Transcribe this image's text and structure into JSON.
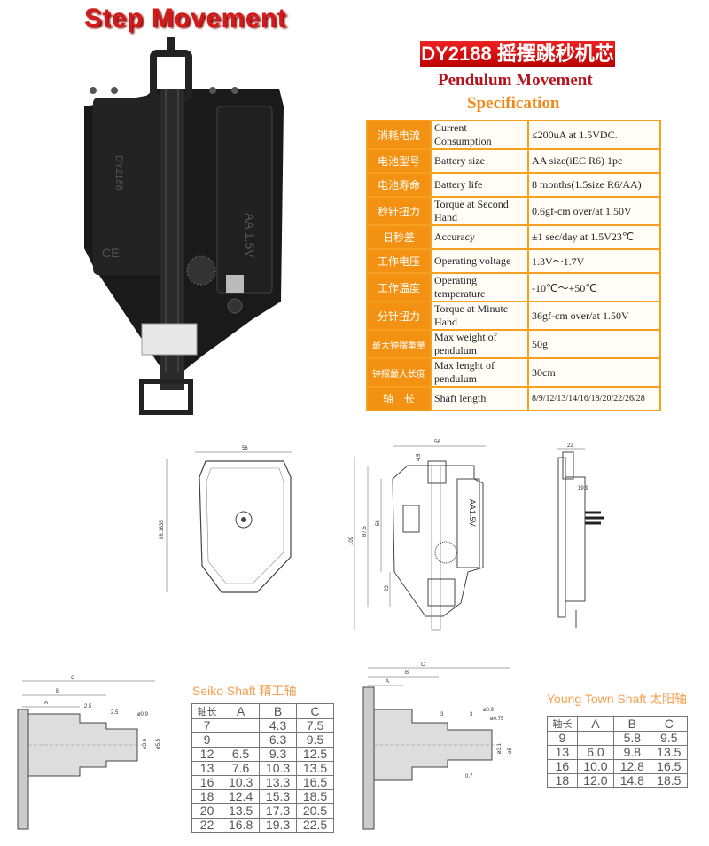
{
  "title": "Step Movement",
  "banner": "DY2188 摇摆跳秒机芯",
  "subtitle": "Pendulum Movement",
  "spec_heading": "Specification",
  "photo": {
    "battery_label": "AA 1.5V",
    "brand_mark": "DY2188",
    "ce_mark": "CE"
  },
  "spec_rows": [
    {
      "cn": "消耗电流",
      "en": "Current Consumption",
      "value": "≤200uA at 1.5VDC."
    },
    {
      "cn": "电池型号",
      "en": "Battery size",
      "value": "AA size(iEC R6) 1pc"
    },
    {
      "cn": "电池寿命",
      "en": "Battery life",
      "value": "8 months(1.5size R6/AA)"
    },
    {
      "cn": "秒针扭力",
      "en": "Torque at Second Hand",
      "value": "0.6gf-cm over/at 1.50V"
    },
    {
      "cn": "日秒差",
      "en": "Accuracy",
      "value": "±1 sec/day at 1.5V23℃"
    },
    {
      "cn": "工作电压",
      "en": "Operating voltage",
      "value": "1.3V～1.7V"
    },
    {
      "cn": "工作温度",
      "en": "Operating temperature",
      "value": "-10℃～+50℃"
    },
    {
      "cn": "分针扭力",
      "en": "Torque at Minute Hand",
      "value": "36gf-cm over/at 1.50V"
    },
    {
      "cn": "最大钟摆重量",
      "en": "Max weight of pendulum",
      "value": "50g"
    },
    {
      "cn": "钟摆最大长度",
      "en": "Max lenght of pendulum",
      "value": "30cm"
    },
    {
      "cn": "轴　长",
      "en": "Shaft length",
      "value": "8/9/12/13/14/16/18/20/22/26/28"
    }
  ],
  "drawing_dims": {
    "back_width": "56",
    "back_height": "88.1635",
    "front_width": "56",
    "front_top": "4.5",
    "front_total": "109",
    "front_h1": "87.5",
    "front_h2": "56",
    "front_h3": "23",
    "front_battery": "AA1.5V",
    "side_width": "22",
    "side_depth": "19.9"
  },
  "seiko_dims": {
    "c": "C",
    "b": "B",
    "a": "A",
    "d1": "2.5",
    "d2": "2.5",
    "p1": "ø0.9",
    "p2": "ø3.6",
    "p3": "ø5.5"
  },
  "yt_dims": {
    "c": "C",
    "b": "B",
    "a": "A",
    "d1": "3",
    "d2": "3",
    "p1": "ø0.9",
    "p0": "ø0.75",
    "p2": "ø3.1",
    "p3": "ø5",
    "d3": "0.7"
  },
  "seiko": {
    "title": "Seiko Shaft  精工轴",
    "headers": [
      "轴长",
      "A",
      "B",
      "C"
    ],
    "rows": [
      [
        "7",
        "",
        "4.3",
        "7.5"
      ],
      [
        "9",
        "",
        "6.3",
        "9.5"
      ],
      [
        "12",
        "6.5",
        "9.3",
        "12.5"
      ],
      [
        "13",
        "7.6",
        "10.3",
        "13.5"
      ],
      [
        "16",
        "10.3",
        "13.3",
        "16.5"
      ],
      [
        "18",
        "12.4",
        "15.3",
        "18.5"
      ],
      [
        "20",
        "13.5",
        "17.3",
        "20.5"
      ],
      [
        "22",
        "16.8",
        "19.3",
        "22.5"
      ]
    ]
  },
  "youngtown": {
    "title": "Young Town Shaft  太阳轴",
    "headers": [
      "轴长",
      "A",
      "B",
      "C"
    ],
    "rows": [
      [
        "9",
        "",
        "5.8",
        "9.5"
      ],
      [
        "13",
        "6.0",
        "9.8",
        "13.5"
      ],
      [
        "16",
        "10.0",
        "12.8",
        "16.5"
      ],
      [
        "18",
        "12.0",
        "14.8",
        "18.5"
      ]
    ]
  }
}
